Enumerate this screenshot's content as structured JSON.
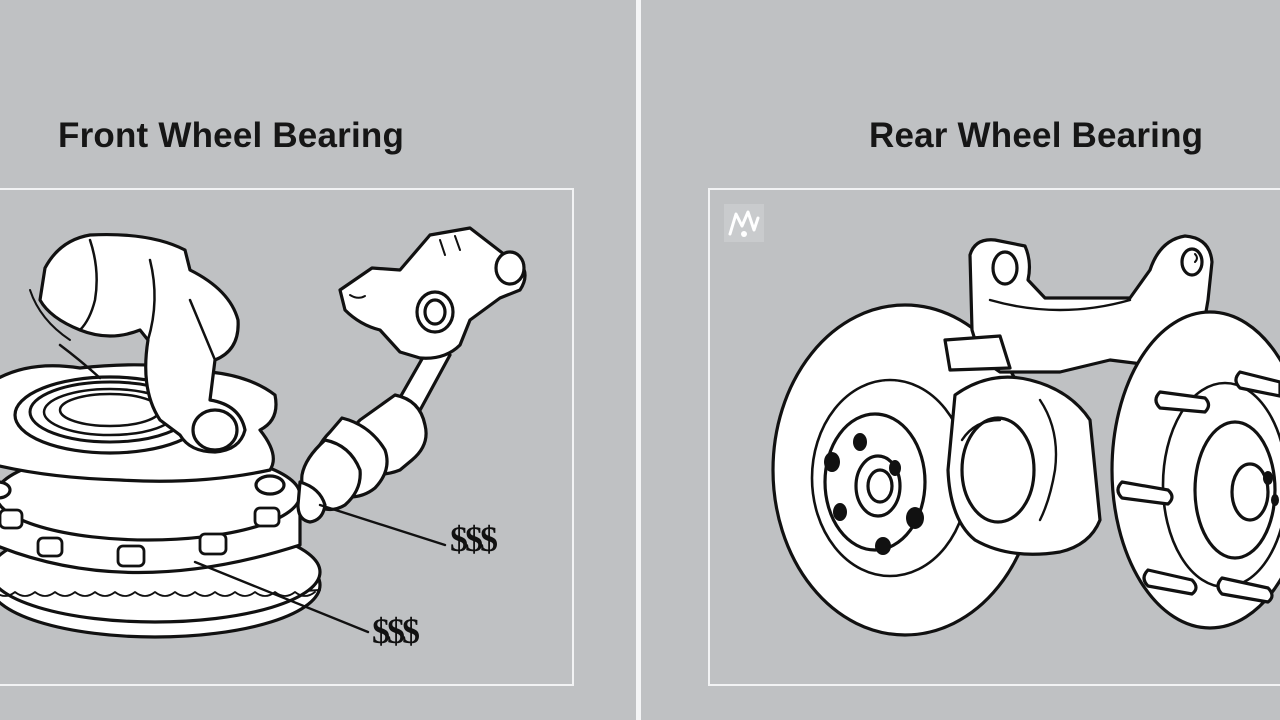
{
  "panels": {
    "front": {
      "title": "Front Wheel Bearing"
    },
    "rear": {
      "title": "Rear Wheel Bearing"
    }
  },
  "callouts": {
    "upper_price": "$$$",
    "lower_price": "$$$"
  },
  "colors": {
    "background": "#bfc1c3",
    "line": "#111111",
    "fill": "#ffffff",
    "frame": "#f2f3f4"
  },
  "icons": [
    "front-wheel-hub-assembly-illustration",
    "rear-brake-rotor-bearing-illustration",
    "small-logo-icon"
  ]
}
